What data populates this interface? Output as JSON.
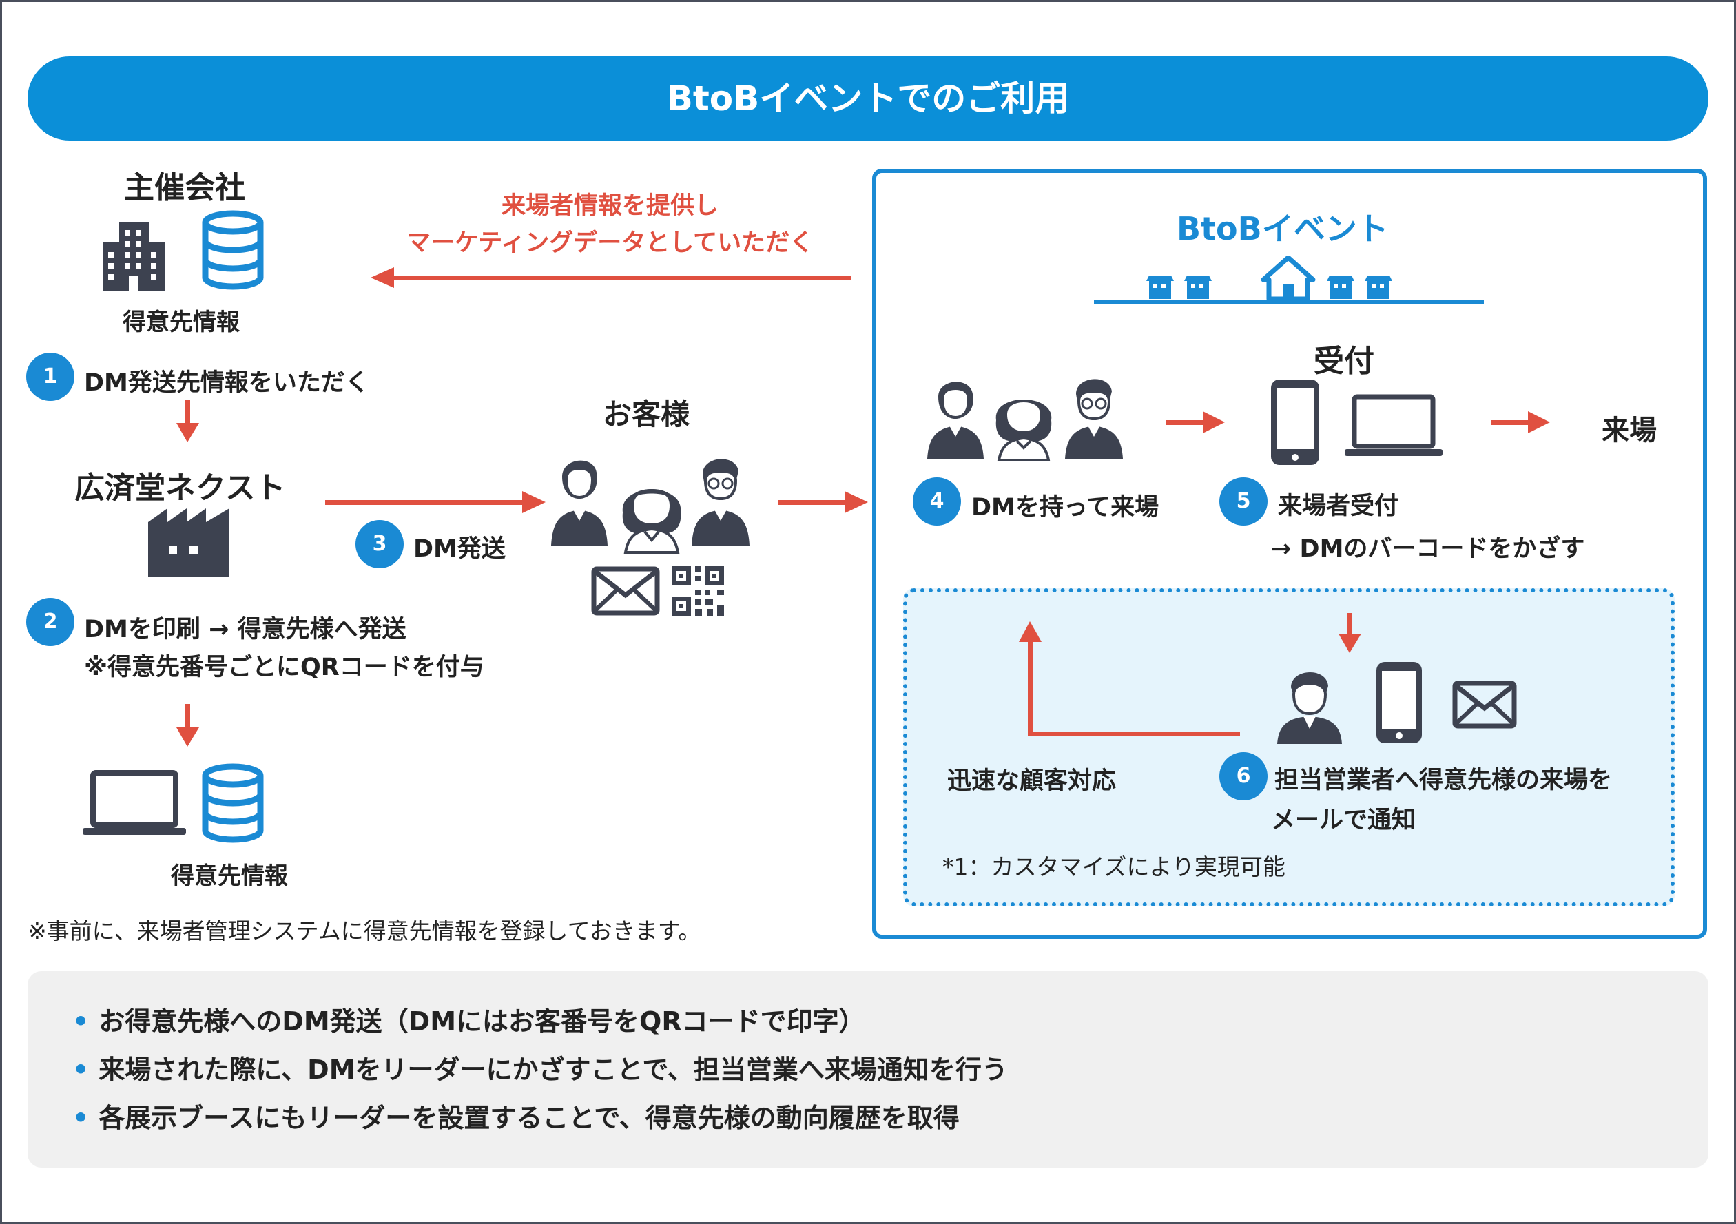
{
  "title": "BtoBイベントでのご利用",
  "organizer": {
    "title": "主催会社",
    "info_label": "得意先情報"
  },
  "feedback_text": {
    "line1": "来場者情報を提供し",
    "line2": "マーケティングデータとしていただく"
  },
  "steps": {
    "s1": {
      "num": "1",
      "label": "DM発送先情報をいただく"
    },
    "s2": {
      "num": "2",
      "line1": "DMを印刷 → 得意先様へ発送",
      "line2": "※得意先番号ごとにQRコードを付与"
    },
    "s3": {
      "num": "3",
      "label": "DM発送"
    },
    "s4": {
      "num": "4",
      "label": "DMを持って来場"
    },
    "s5": {
      "num": "5",
      "line1": "来場者受付",
      "line2": "→ DMのバーコードをかざす"
    },
    "s6": {
      "num": "6",
      "line1": "担当営業者へ得意先様の来場を",
      "line2": "メールで通知"
    }
  },
  "koosaido": {
    "title": "広済堂ネクスト"
  },
  "bottom_info_label": "得意先情報",
  "pre_note": "※事前に、来場者管理システムに得意先情報を登録しておきます。",
  "customers": {
    "title": "お客様"
  },
  "event": {
    "title": "BtoBイベント",
    "reception": "受付",
    "arrival": "来場",
    "quick_response": "迅速な顧客対応",
    "note": "*1：カスタマイズにより実現可能"
  },
  "summary": [
    "お得意先様へのDM発送（DMにはお客番号をQRコードで印字）",
    "来場された際に、DMをリーダーにかざすことで、担当営業へ来場通知を行う",
    "各展示ブースにもリーダーを設置することで、得意先様の動向履歴を取得"
  ],
  "colors": {
    "blue": "#1a8ad4",
    "red": "#e05040",
    "dark": "#3d4250"
  },
  "icons": [
    "building-icon",
    "database-icon",
    "factory-icon",
    "laptop-icon",
    "person-icon",
    "envelope-icon",
    "qr-code-icon",
    "smartphone-icon",
    "house-icon"
  ]
}
